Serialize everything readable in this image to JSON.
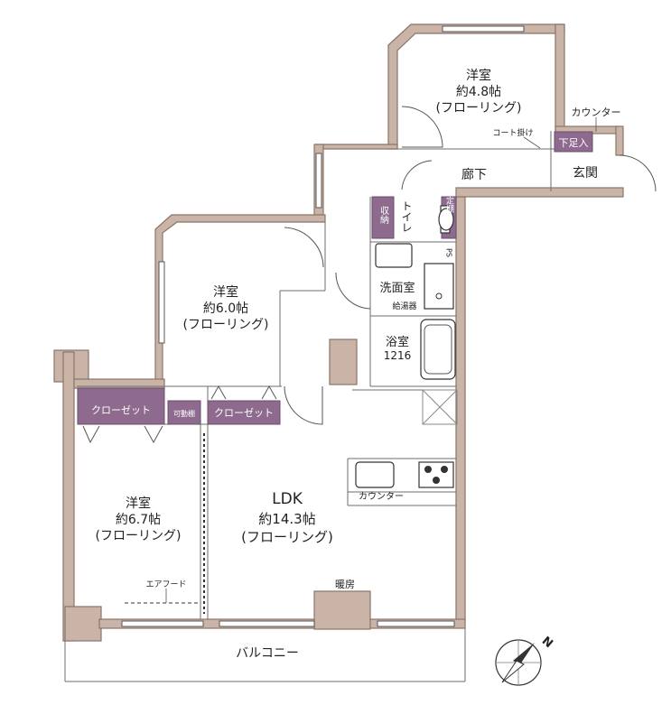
{
  "rooms": {
    "western_north": {
      "name": "洋室",
      "size": "約4.8帖",
      "floor": "(フローリング)"
    },
    "western_mid": {
      "name": "洋室",
      "size": "約6.0帖",
      "floor": "(フローリング)"
    },
    "western_west": {
      "name": "洋室",
      "size": "約6.7帖",
      "floor": "(フローリング)"
    },
    "ldk": {
      "name": "LDK",
      "size": "約14.3帖",
      "floor": "(フローリング)"
    },
    "corridor": "廊下",
    "entrance": "玄関",
    "washroom": "洗面室",
    "bathroom": "浴室",
    "bath_size": "1216",
    "toilet": "トイレ",
    "balcony": "バルコニー"
  },
  "labels": {
    "counter_entrance": "カウンター",
    "counter_kitchen": "カウンター",
    "shoe_box": "下足入",
    "coat_hanger": "コート掛け",
    "storage": "収納",
    "fixed_shelf": "固定棚",
    "ps": "PS",
    "water_heater": "給湯器",
    "closet_left": "クローゼット",
    "movable_shelf": "可動棚",
    "closet_right": "クローゼット",
    "air_hood": "エアフード",
    "heater": "暖房"
  },
  "compass": {
    "north": "N"
  },
  "colors": {
    "wall": "#c9b4a7",
    "closet": "#8d6a8e"
  }
}
